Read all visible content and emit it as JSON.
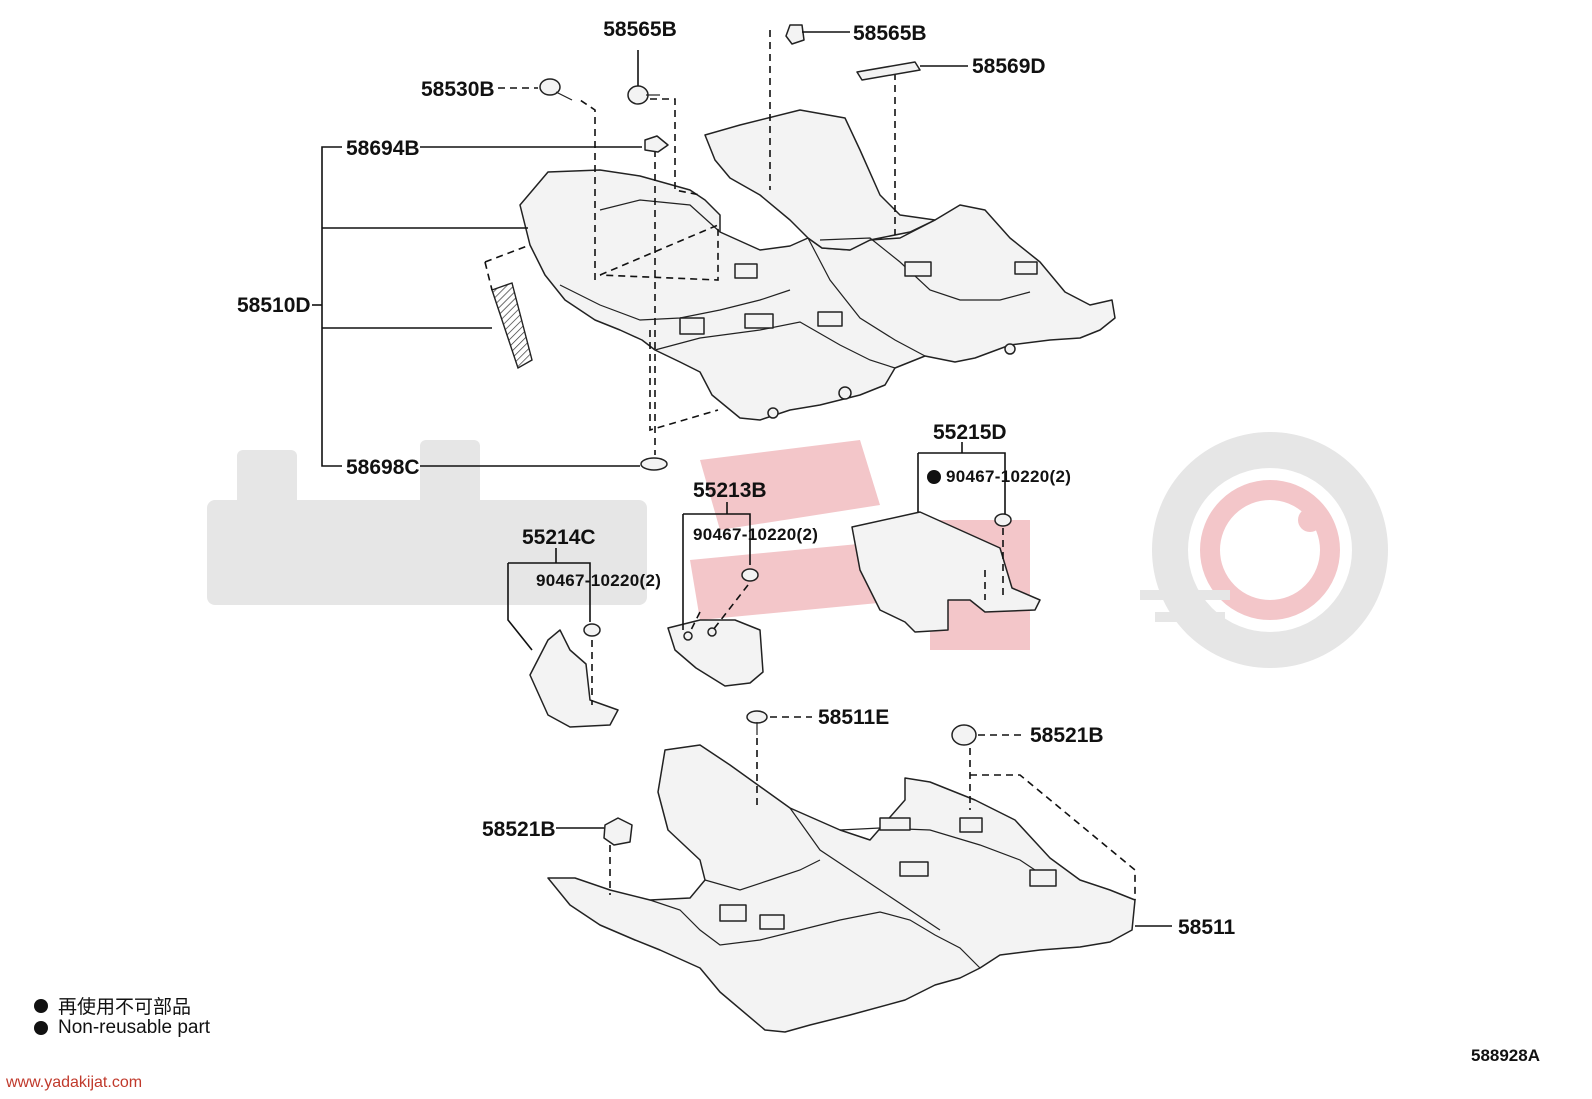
{
  "labels": {
    "p58565b_top": "58565B",
    "p58565b_right": "58565B",
    "p58569d": "58569D",
    "p58530b": "58530B",
    "p58694b": "58694B",
    "p58510d": "58510D",
    "p58698c": "58698C",
    "p55215d": "55215D",
    "p55215d_sub": "90467-10220(2)",
    "p55213b": "55213B",
    "p55213b_sub": "90467-10220(2)",
    "p55214c": "55214C",
    "p55214c_sub": "90467-10220(2)",
    "p58511e": "58511E",
    "p58521b_right": "58521B",
    "p58521b_left": "58521B",
    "p58511": "58511"
  },
  "legend": {
    "line1": "再使用不可部品",
    "line2": "Non-reusable part"
  },
  "watermark_url": "www.yadakijat.com",
  "reference": "588928A",
  "colors": {
    "watermark_gray": "#e6e6e6",
    "watermark_red": "#f3c6c9",
    "url_red": "#c0392b"
  }
}
